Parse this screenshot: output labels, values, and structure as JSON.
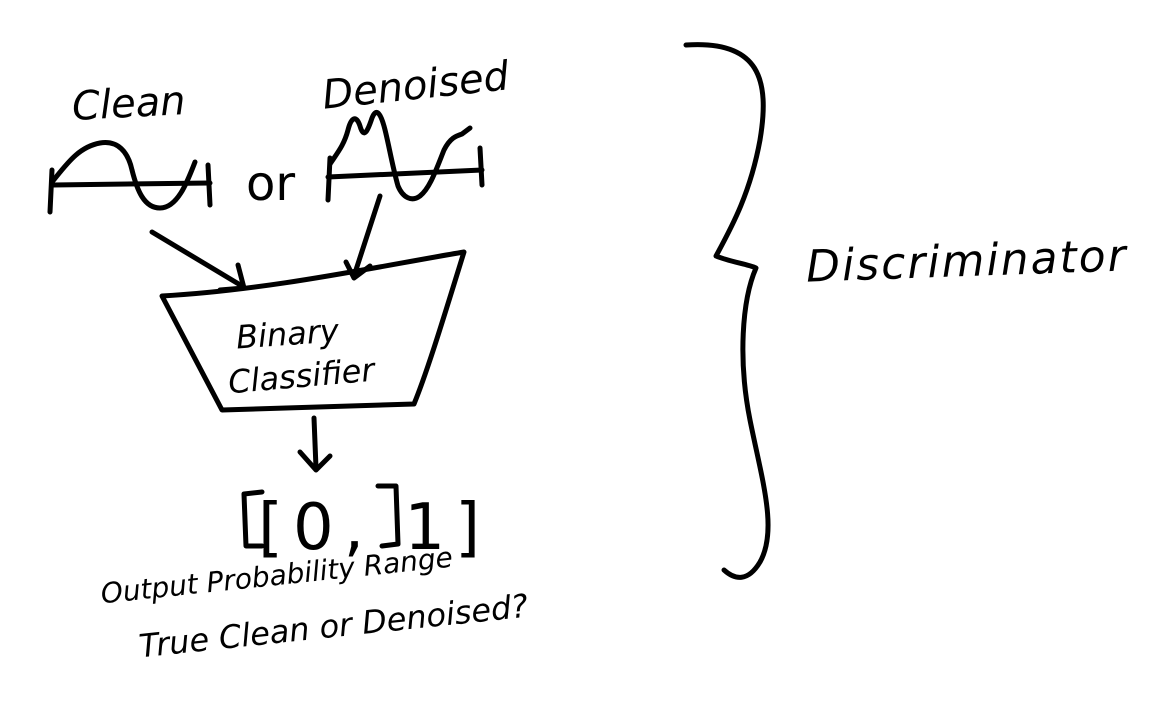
{
  "diagram": {
    "inputs": {
      "clean_label": "Clean",
      "denoised_label": "Denoised",
      "or_label": "or"
    },
    "classifier": {
      "line1": "Binary",
      "line2": "Classifier"
    },
    "output": {
      "range": "[0, 1]",
      "description": "Output Probability Range",
      "question": "True Clean or Denoised?"
    },
    "group_label": "Discriminator",
    "colors": {
      "ink": "#000000",
      "background": "#ffffff"
    }
  }
}
